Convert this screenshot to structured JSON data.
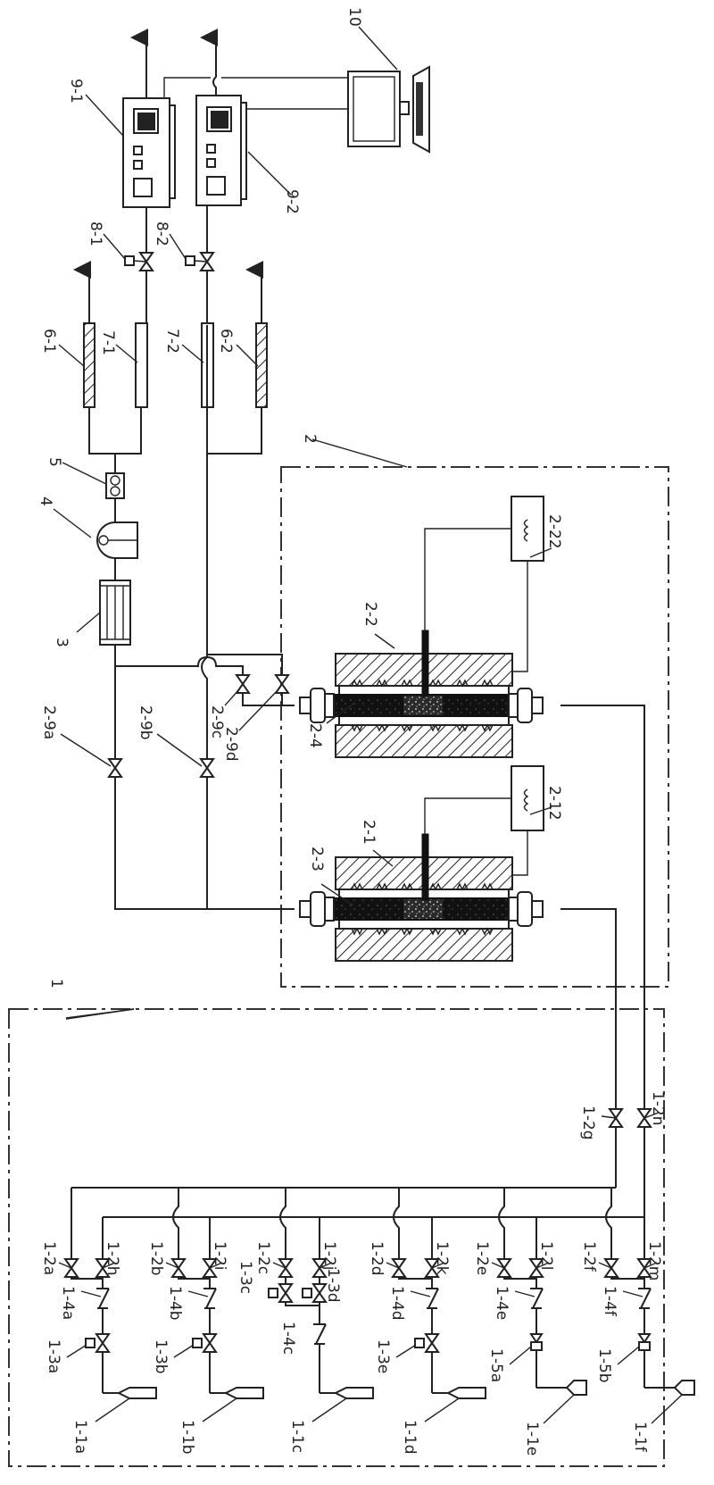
{
  "figure": {
    "type": "process-schematic",
    "orientation": "rotated-90-clockwise",
    "colors": {
      "line": "#222222",
      "background": "#ffffff",
      "fill_dark": "#111111"
    }
  },
  "groups": [
    {
      "id": "1",
      "label": "1",
      "description": "gas supply module (dash-dot boundary)"
    },
    {
      "id": "2",
      "label": "2",
      "description": "reactor module (dash-dot boundary)"
    }
  ],
  "components": {
    "computer": {
      "label": "10"
    },
    "analyzers": [
      {
        "label": "9-1"
      },
      {
        "label": "9-2"
      }
    ],
    "analyzer_valves": [
      {
        "label": "8-1"
      },
      {
        "label": "8-2"
      }
    ],
    "flowmeters": [
      {
        "label": "7-1"
      },
      {
        "label": "7-2"
      }
    ],
    "filters": [
      {
        "label": "6-1"
      },
      {
        "label": "6-2"
      }
    ],
    "pump_5": {
      "label": "5"
    },
    "condenser_4": {
      "label": "4"
    },
    "dryer_3": {
      "label": "3"
    },
    "reactor_valves": [
      {
        "label": "2-9a"
      },
      {
        "label": "2-9b"
      },
      {
        "label": "2-9c"
      },
      {
        "label": "2-9d"
      }
    ],
    "reactors": [
      {
        "furnace": "2-1",
        "tube": "2-3",
        "controller": "2-12"
      },
      {
        "furnace": "2-2",
        "tube": "2-4",
        "controller": "2-22"
      }
    ],
    "manifold_valves": [
      "1-2a",
      "1-2h",
      "1-2b",
      "1-2i",
      "1-2c",
      "1-2j",
      "1-2d",
      "1-2k",
      "1-2e",
      "1-2l",
      "1-2f",
      "1-2m",
      "1-2g",
      "1-2n"
    ],
    "check_valves": [
      "1-4a",
      "1-4b",
      "1-4c",
      "1-4d",
      "1-4e",
      "1-4f"
    ],
    "solenoid_valves": [
      "1-3a",
      "1-3b",
      "1-3c",
      "1-3d",
      "1-3e"
    ],
    "pressure_regulators": [
      "1-5a",
      "1-5b"
    ],
    "gas_cylinders": [
      "1-1a",
      "1-1b",
      "1-1c",
      "1-1d",
      "1-1e",
      "1-1f"
    ]
  }
}
